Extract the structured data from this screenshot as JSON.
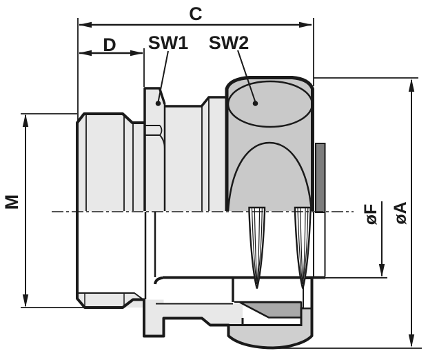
{
  "drawing": {
    "type": "technical-section-drawing",
    "subject": "cable gland half-section with dimension callouts",
    "labels": {
      "dim_c": "C",
      "dim_d": "D",
      "sw1": "SW1",
      "sw2": "SW2",
      "dim_m": "M",
      "dia_f": "øF",
      "dia_a": "øA"
    },
    "colors": {
      "line": "#1a1a1a",
      "body": "#e8e8e8",
      "cap_nut": "#c9c9c9",
      "lower_cap": "#cfcfcf",
      "seal_wedge": "#a9a9a9",
      "seal_dark": "#7d7d7d",
      "background": "#ffffff"
    }
  }
}
